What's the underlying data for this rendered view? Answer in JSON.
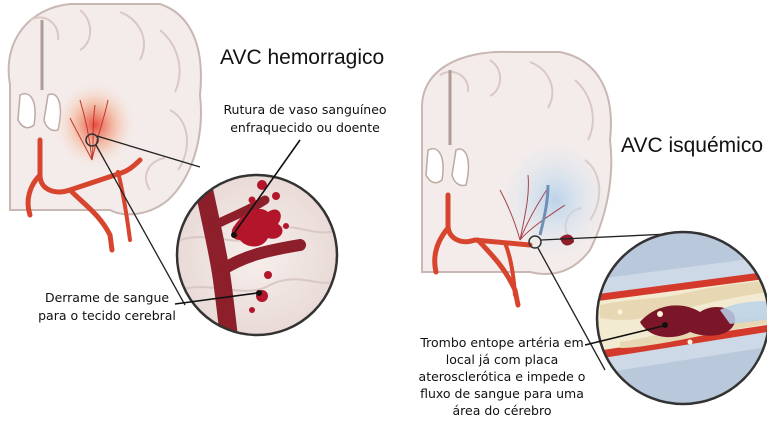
{
  "left_panel": {
    "title": "AVC hemorragico",
    "rupture_label": [
      "Rutura de vaso sanguíneo",
      "enfraquecido ou doente"
    ],
    "bleed_label": [
      "Derrame de sangue",
      "para o tecido cerebral"
    ]
  },
  "right_panel": {
    "title": "AVC isquémico",
    "thrombus_label": [
      "Trombo entope artéria em",
      "local já com placa",
      "aterosclerótica e impede o",
      "fluxo de sangue para uma",
      "área do cérebro"
    ]
  },
  "colors": {
    "brain_tissue": "#f4ecea",
    "brain_outline": "#c9b7b3",
    "artery": "#d8452e",
    "vessel_dark": "#8c1f2a",
    "blood": "#b3162a",
    "ischemic_zone": "#c9dcef",
    "plaque": "#f3ead2"
  }
}
